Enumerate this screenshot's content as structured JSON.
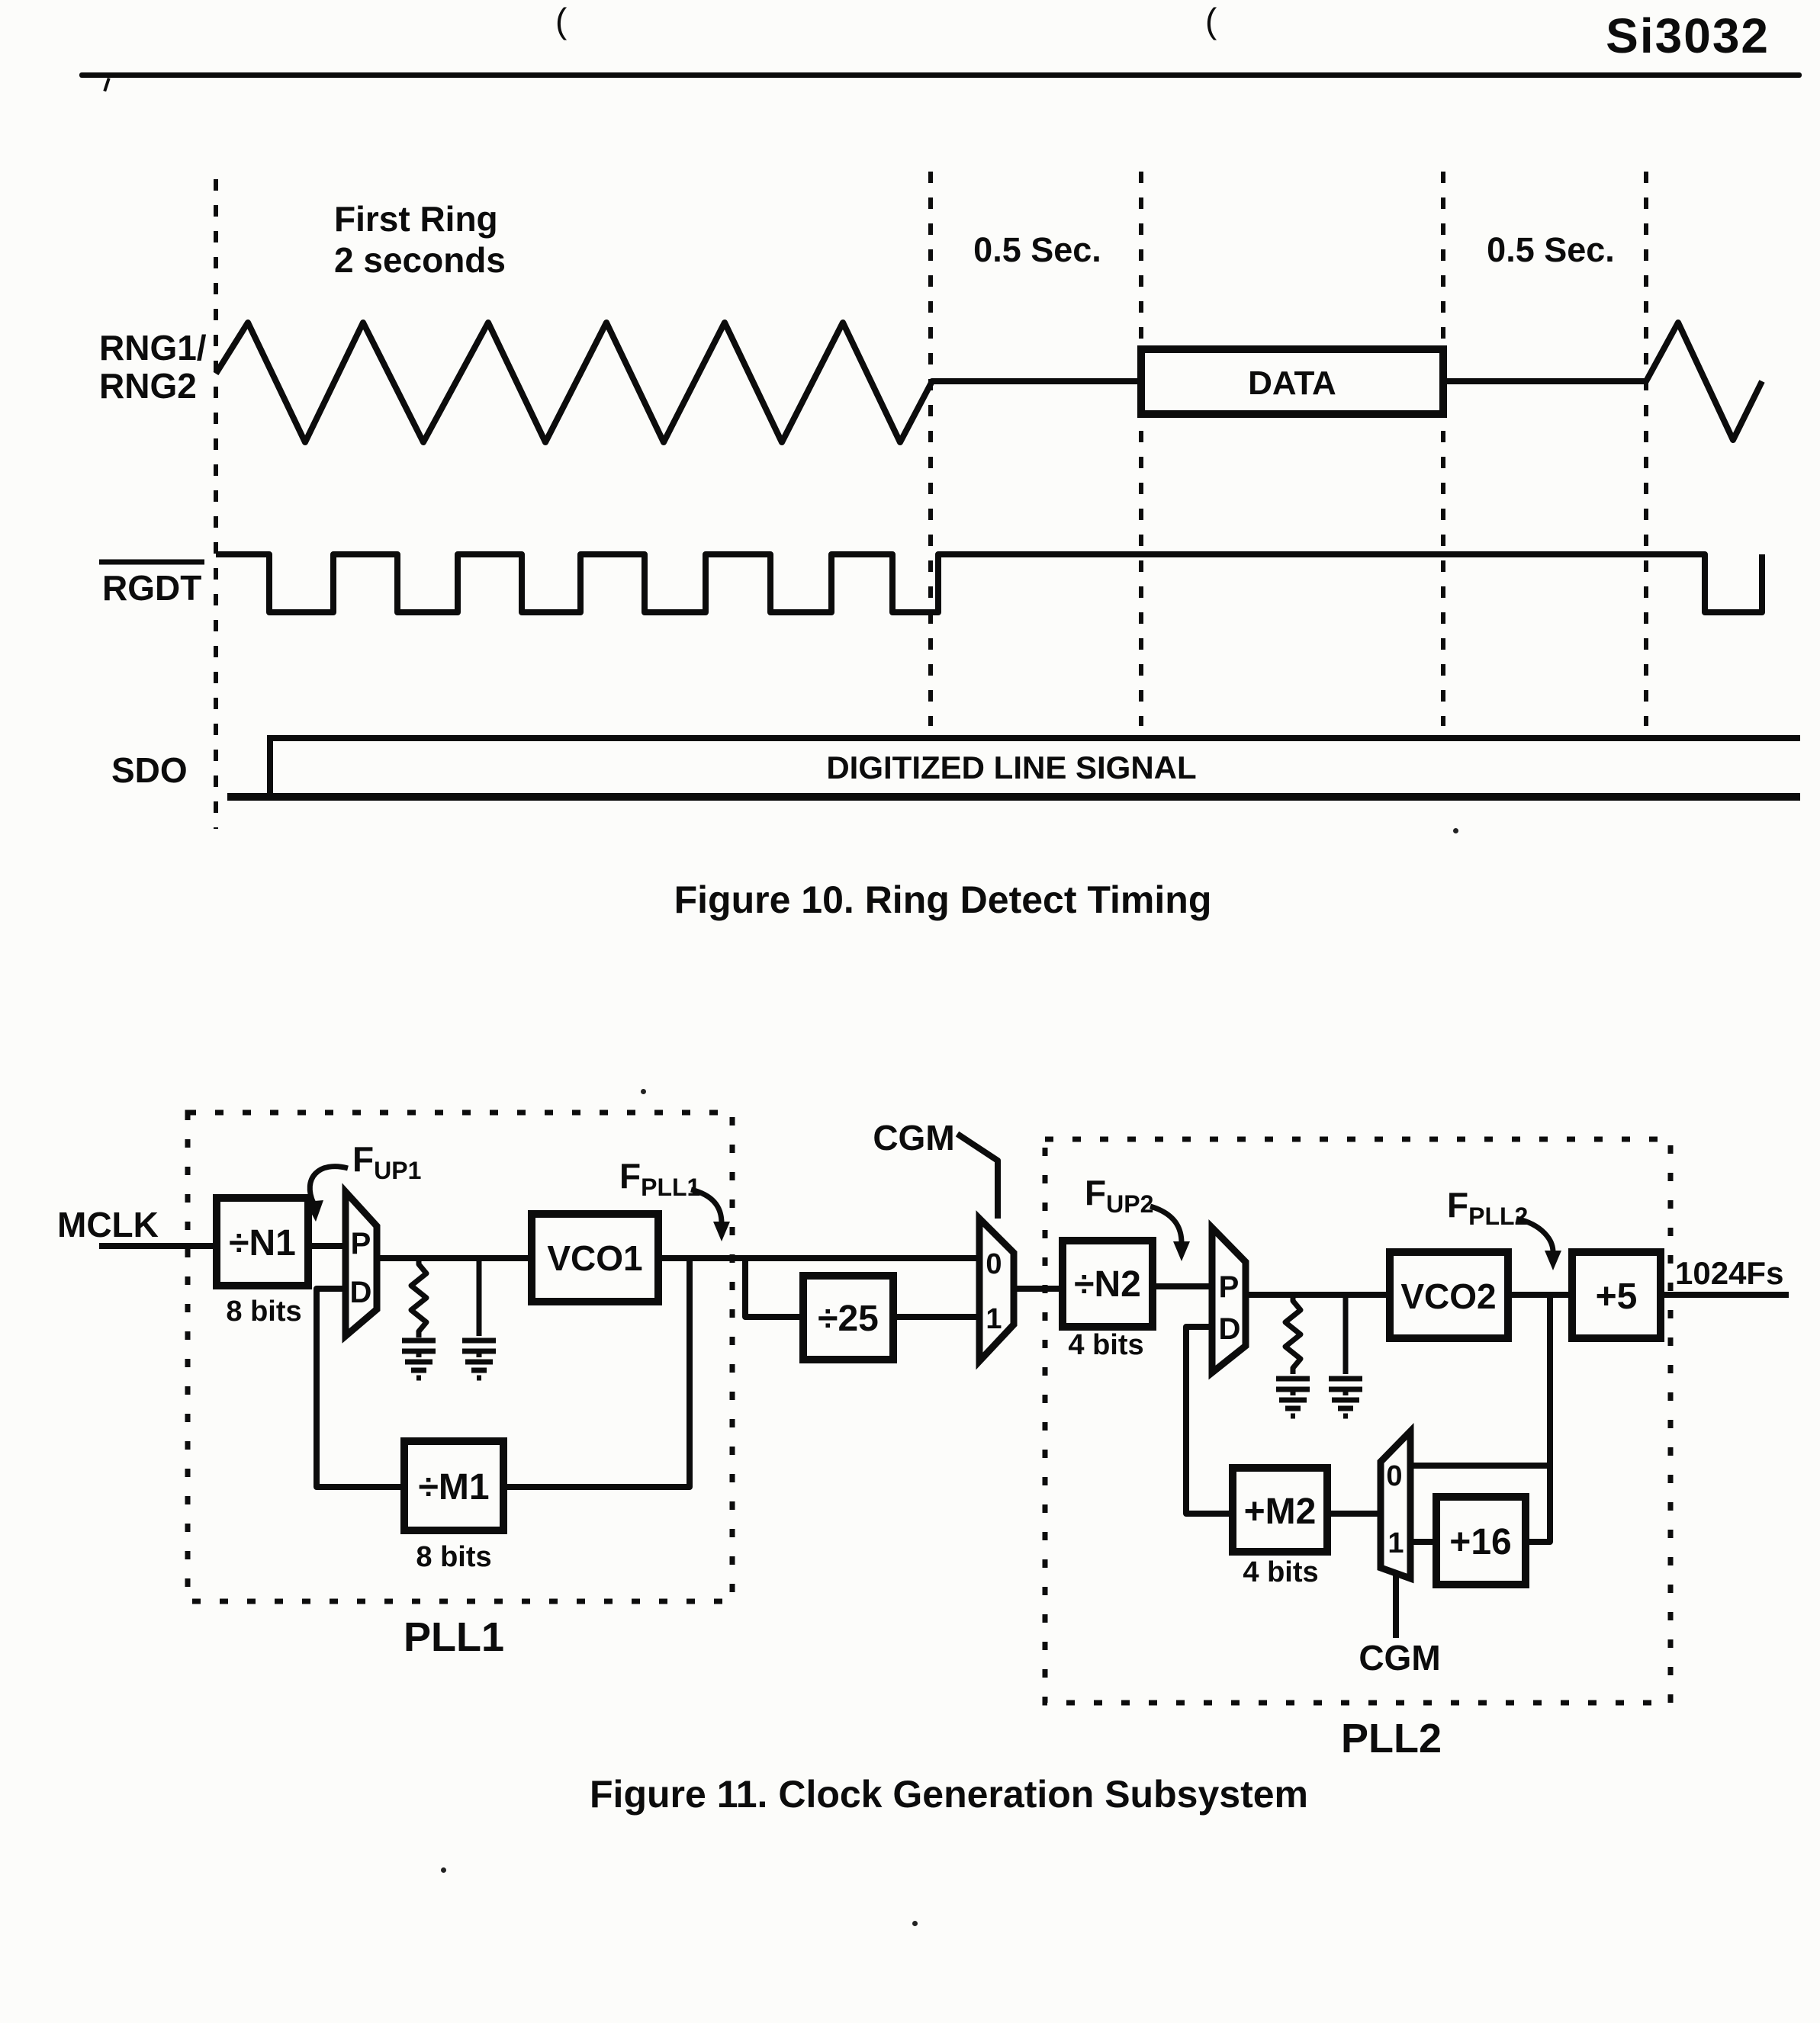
{
  "header": {
    "part_number": "Si3032",
    "artifacts": [
      "(",
      "("
    ]
  },
  "figure10": {
    "caption": "Figure 10. Ring Detect Timing",
    "first_ring_line1": "First Ring",
    "first_ring_line2": "2 seconds",
    "gap_label_1": "0.5 Sec.",
    "gap_label_2": "0.5 Sec.",
    "signal_rng_line1": "RNG1/",
    "signal_rng_line2": "RNG2",
    "signal_rgdt": "RGDT",
    "signal_sdo": "SDO",
    "data_label": "DATA",
    "bus_label": "DIGITIZED LINE SIGNAL",
    "timing_facts": {
      "first_ring_duration": "2 seconds",
      "inter_burst_gap": "0.5 Sec.",
      "ring_cycles_shown": 6,
      "rgdt_pulses_shown": 6,
      "rgdt_active_low": true
    }
  },
  "figure11": {
    "caption": "Figure 11. Clock Generation Subsystem",
    "input_label": "MCLK",
    "output_label": "1024Fs",
    "div25": "÷25",
    "cgm_top": "CGM",
    "cgm_bottom": "CGM",
    "mux1": {
      "in0": "0",
      "in1": "1"
    },
    "mux2": {
      "in0": "0",
      "in1": "1"
    },
    "pll1": {
      "label": "PLL1",
      "divider_n": "÷N1",
      "divider_n_bits": "8 bits",
      "divider_m": "÷M1",
      "divider_m_bits": "8 bits",
      "vco": "VCO1",
      "pd_p": "P",
      "pd_d": "D",
      "f_up": {
        "base": "F",
        "sub": "UP1"
      },
      "f_pll": {
        "base": "F",
        "sub": "PLL1"
      }
    },
    "pll2": {
      "label": "PLL2",
      "divider_n": "÷N2",
      "divider_n_bits": "4 bits",
      "divider_m": "+M2",
      "divider_m_bits": "4 bits",
      "vco": "VCO2",
      "div16": "+16",
      "div5": "+5",
      "pd_p": "P",
      "pd_d": "D",
      "f_up": {
        "base": "F",
        "sub": "UP2"
      },
      "f_pll": {
        "base": "F",
        "sub": "PLL2"
      }
    }
  }
}
